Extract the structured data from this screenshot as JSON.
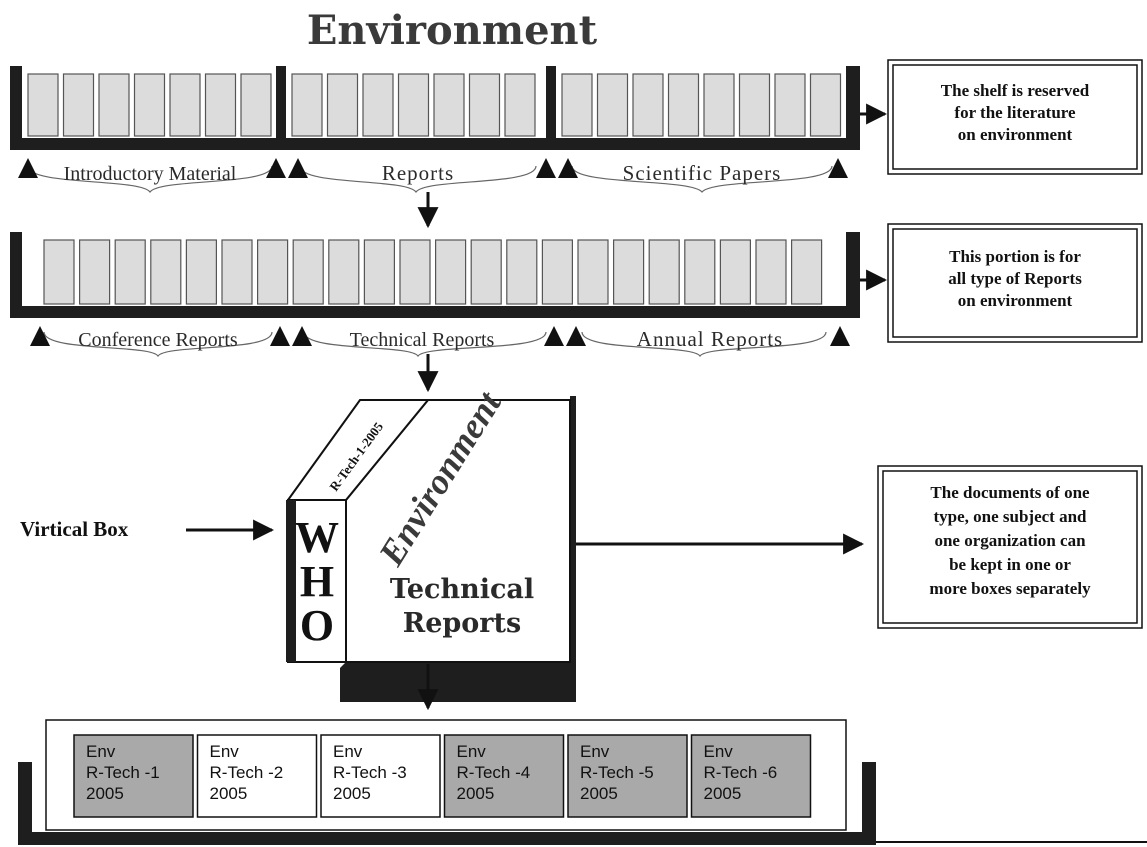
{
  "title": "Environment",
  "shelf1": {
    "sections": [
      "Introductory Material",
      "Reports",
      "Scientific Papers"
    ],
    "note": [
      "The shelf is reserved",
      "for the literature",
      "on environment"
    ]
  },
  "shelf2": {
    "sections": [
      "Conference Reports",
      "Technical Reports",
      "Annual Reports"
    ],
    "note": [
      "This portion is for",
      "all type of Reports",
      "on environment"
    ]
  },
  "box": {
    "side_label": "Virtical Box",
    "code": "R-Tech-1-2005",
    "subject": "Environment",
    "organization_letters": [
      "W",
      "H",
      "O"
    ],
    "type_lines": [
      "Technical",
      "Reports"
    ],
    "note": [
      "The documents of one",
      "type, one subject and",
      "one organization can",
      "be kept in one or",
      "more boxes separately"
    ]
  },
  "documents": [
    {
      "lines": [
        "Env",
        "R-Tech -1",
        "2005"
      ],
      "shaded": true
    },
    {
      "lines": [
        "Env",
        "R-Tech -2",
        "2005"
      ],
      "shaded": false
    },
    {
      "lines": [
        "Env",
        "R-Tech -3",
        "2005"
      ],
      "shaded": false
    },
    {
      "lines": [
        "Env",
        "R-Tech -4",
        "2005"
      ],
      "shaded": true
    },
    {
      "lines": [
        "Env",
        "R-Tech -5",
        "2005"
      ],
      "shaded": true
    },
    {
      "lines": [
        "Env",
        "R-Tech -6",
        "2005"
      ],
      "shaded": true
    }
  ],
  "colors": {
    "shelf": "#1e1e1e",
    "book_fill": "#dcdcdc",
    "book_stroke": "#555555",
    "doc_shaded": "#a9a9a9",
    "doc_plain": "#ffffff"
  }
}
